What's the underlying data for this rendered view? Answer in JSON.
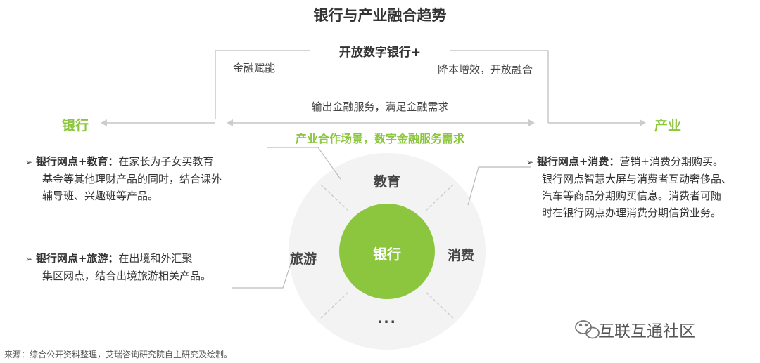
{
  "title": "银行与产业融合趋势",
  "top_center": "开放数字银行+",
  "top_left_note": "金融赋能",
  "top_right_note": "降本增效，开放融合",
  "mid_arrow_text": "输出金融服务，满足金融需求",
  "green_subtitle": "产业合作场景，数字金融服务需求",
  "left_node": "银行",
  "right_node": "产业",
  "circle_center": "银行",
  "segments": {
    "top": "教育",
    "right": "消费",
    "left": "旅游",
    "bottom": "..."
  },
  "notes": {
    "education": {
      "bullet": "➢",
      "head": "银行网点+教育：",
      "line1_rest": "在家长为子女买教育",
      "line2": "基金等其他理财产品的同时，结合课外",
      "line3": "辅导班、兴趣班等产品。"
    },
    "travel": {
      "bullet": "➢",
      "head": "银行网点+旅游：",
      "line1_rest": "在出境和外汇聚",
      "line2": "集区网点，结合出境旅游相关产品。"
    },
    "consumption": {
      "bullet": "➢",
      "head": "银行网点+消费：",
      "line1_rest": "营销+消费分期购买。",
      "line2": "银行网点智慧大屏与消费者互动奢侈品、",
      "line3": "汽车等商品分期购买信息。消费者可随",
      "line4": "时在银行网点办理消费分期信贷业务。"
    }
  },
  "footer": "来源：综合公开资料整理，艾瑞咨询研究院自主研究及绘制。",
  "brand": "互联互通社区",
  "colors": {
    "accent": "#8cc63f",
    "ring": "#f0f0f0",
    "line": "#bbbbbb"
  }
}
